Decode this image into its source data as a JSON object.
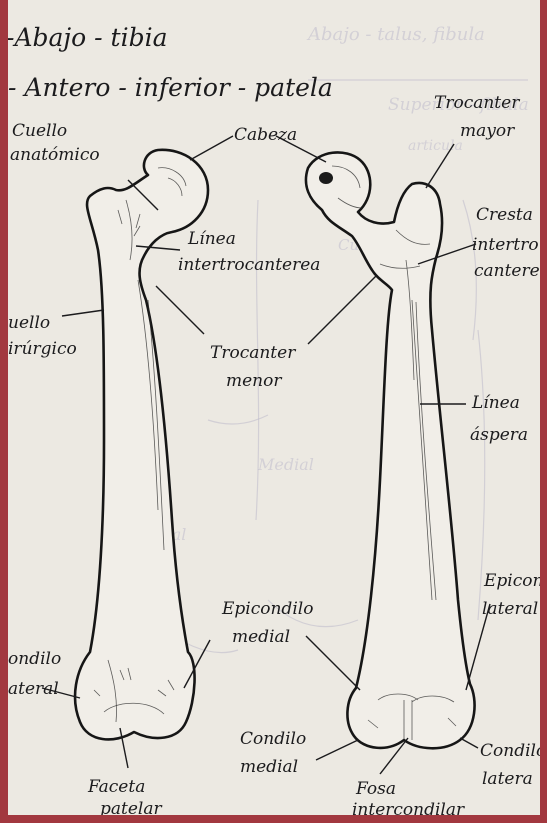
{
  "header": {
    "line1": "-Abajo - tibia",
    "line2": "- Antero - inferior - patela"
  },
  "labels": {
    "cuello_anatomico_1": "Cuello",
    "cuello_anatomico_2": "anatómico",
    "cabeza": "Cabeza",
    "trocanter_mayor_1": "Trocanter",
    "trocanter_mayor_2": "mayor",
    "cresta_1": "Cresta",
    "cresta_2": "intertro",
    "cresta_3": "canterea",
    "linea_intertro_1": "Línea",
    "linea_intertro_2": "intertrocanterea",
    "cuello_quirurgico_1": "uello",
    "cuello_quirurgico_2": "irúrgico",
    "trocanter_menor_1": "Trocanter",
    "trocanter_menor_2": "menor",
    "linea_aspera_1": "Línea",
    "linea_aspera_2": "áspera",
    "epicondilo_lateral_1": "Epicond",
    "epicondilo_lateral_2": "lateral",
    "epicondilo_medial_1": "Epicondilo",
    "epicondilo_medial_2": "medial",
    "condilo_lateral_left_1": "ondilo",
    "condilo_lateral_left_2": "ateral",
    "condilo_medial_1": "Condilo",
    "condilo_medial_2": "medial",
    "condilo_lateral_right_1": "Condilo",
    "condilo_lateral_right_2": "latera",
    "faceta_1": "Faceta",
    "faceta_2": "patelar",
    "fosa_1": "Fosa",
    "fosa_2": "intercondilar"
  },
  "bleed_through": {
    "t1": "Abajo - talus, fibula",
    "t2": "Superior - fibula",
    "t3": "articula",
    "t4": "Medial",
    "t5": "Lateral",
    "t6": "Cuerpo"
  }
}
